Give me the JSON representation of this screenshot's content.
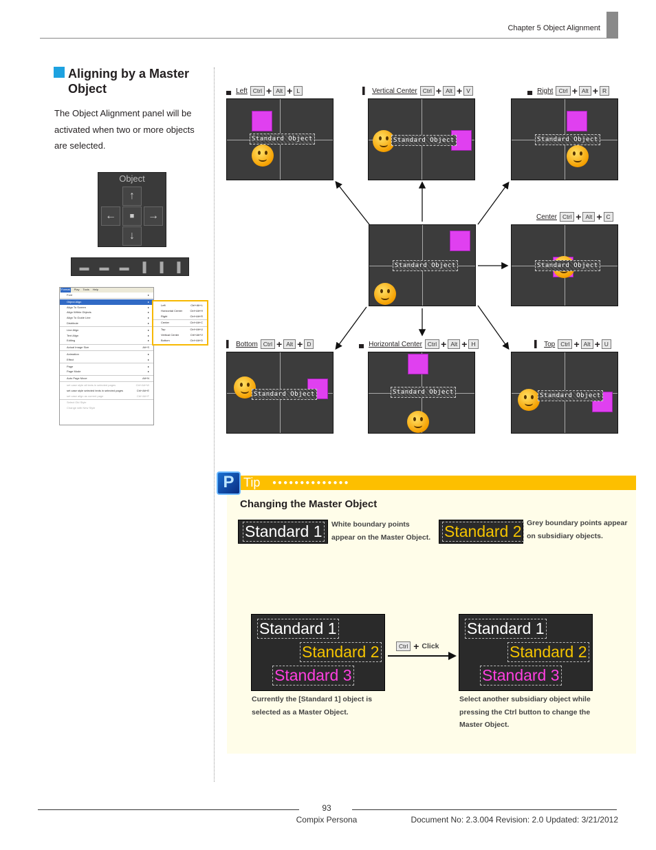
{
  "header": {
    "chapter": "Chapter 5 Object Alignment"
  },
  "section": {
    "title": "Aligning by a Master Object",
    "body": "The Object Alignment panel will be activated when two or more objects are selected."
  },
  "object_panel": {
    "title": "Object",
    "buttons": [
      "↑",
      "←",
      "■",
      "→",
      "↓"
    ]
  },
  "align_toolbar": {
    "icons": [
      "align-left-icon",
      "align-horizontal-center-icon",
      "align-right-icon",
      "align-top-icon",
      "align-vertical-center-icon",
      "align-bottom-icon"
    ],
    "glyphs": [
      "▬",
      "▬",
      "▬",
      "▐",
      "▐",
      "▐"
    ]
  },
  "menu": {
    "menubar": [
      "Format",
      "Play",
      "Tools",
      "Help"
    ],
    "items": [
      {
        "label": "Font",
        "arrow": true
      },
      {
        "sep": true
      },
      {
        "label": "Object Align",
        "arrow": true,
        "selected": true
      },
      {
        "label": "Align To Screen",
        "arrow": true
      },
      {
        "label": "Align Within Objects",
        "arrow": true
      },
      {
        "label": "Align To Guide Line",
        "arrow": true
      },
      {
        "label": "Distribute",
        "arrow": true
      },
      {
        "sep": true
      },
      {
        "label": "Line Align",
        "arrow": true
      },
      {
        "label": "Text Align",
        "arrow": true
      },
      {
        "label": "Editing",
        "arrow": true
      },
      {
        "sep": true
      },
      {
        "label": "Actual Image Size",
        "shortcut": "Alt+S"
      },
      {
        "sep": true
      },
      {
        "label": "Animation",
        "arrow": true
      },
      {
        "label": "Effect",
        "arrow": true
      },
      {
        "sep": true
      },
      {
        "label": "Page",
        "arrow": true
      },
      {
        "label": "Page Mode",
        "arrow": true
      },
      {
        "sep": true
      },
      {
        "label": "Auto Page Move",
        "shortcut": "Alt+N"
      },
      {
        "sep": true
      },
      {
        "label": "set case style all texts in selected pages",
        "shortcut": "Ctrl+Alt+W",
        "disabled": true
      },
      {
        "label": "set case style selected texts in selected pages",
        "shortcut": "Ctrl+Alt+E"
      },
      {
        "label": "set case align as current page",
        "shortcut": "Ctrl+Alt+F",
        "disabled": true
      },
      {
        "sep": true
      },
      {
        "label": "Select Old Style",
        "disabled": true
      },
      {
        "label": "Change with New Style",
        "disabled": true
      }
    ],
    "submenu": [
      {
        "label": "Left",
        "shortcut": "Ctrl+Alt+L"
      },
      {
        "label": "Horizontal Center",
        "shortcut": "Ctrl+Alt+H"
      },
      {
        "label": "Right",
        "shortcut": "Ctrl+Alt+R"
      },
      {
        "sep": true
      },
      {
        "label": "Center",
        "shortcut": "Ctrl+Alt+C"
      },
      {
        "sep": true
      },
      {
        "label": "Top",
        "shortcut": "Ctrl+Alt+U"
      },
      {
        "label": "Vertical Center",
        "shortcut": "Ctrl+Alt+V"
      },
      {
        "label": "Bottom",
        "shortcut": "Ctrl+Alt+D"
      }
    ]
  },
  "align_panels": [
    {
      "id": "left",
      "label": "Left",
      "keys": [
        "Ctrl",
        "Alt",
        "L"
      ],
      "glyph": "▄"
    },
    {
      "id": "vcenter",
      "label": "Vertical Center",
      "keys": [
        "Ctrl",
        "Alt",
        "V"
      ],
      "glyph": "▌"
    },
    {
      "id": "right",
      "label": "Right",
      "keys": [
        "Ctrl",
        "Alt",
        "R"
      ],
      "glyph": "▄"
    },
    {
      "id": "source",
      "label": "",
      "keys": [],
      "glyph": ""
    },
    {
      "id": "center",
      "label": "Center",
      "keys": [
        "Ctrl",
        "Alt",
        "C"
      ],
      "glyph": ""
    },
    {
      "id": "bottom",
      "label": "Bottom",
      "keys": [
        "Ctrl",
        "Alt",
        "D"
      ],
      "glyph": "▌"
    },
    {
      "id": "hcenter",
      "label": "Horizontal Center",
      "keys": [
        "Ctrl",
        "Alt",
        "H"
      ],
      "glyph": "▄"
    },
    {
      "id": "top",
      "label": "Top",
      "keys": [
        "Ctrl",
        "Alt",
        "U"
      ],
      "glyph": "▌"
    }
  ],
  "object_text": "Standard Object",
  "tip": {
    "label": "Tip",
    "title": "Changing the Master Object",
    "master_sample": "Standard 1",
    "master_note": "White boundary points appear on the Master Object.",
    "sub_sample": "Standard 2",
    "sub_note": "Grey boundary points appear on subsidiary objects.",
    "stack": [
      "Standard 1",
      "Standard 2",
      "Standard 3"
    ],
    "key": "Ctrl",
    "click": "Click",
    "caption_left": "Currently the [Standard 1] object is selected as a Master Object.",
    "caption_right": "Select another subsidiary object while pressing the Ctrl button to change the Master Object."
  },
  "footer": {
    "page": "93",
    "product": "Compix Persona",
    "doc": "Document No: 2.3.004 Revision: 2.0 Updated: 3/21/2012"
  },
  "colors": {
    "accent_blue": "#1ea2e0",
    "tip_orange": "#fdbf00",
    "tip_bg": "#fffde9",
    "magenta": "#e040f0",
    "yellow_text": "#f5c400",
    "pink_text": "#ff40e0"
  }
}
